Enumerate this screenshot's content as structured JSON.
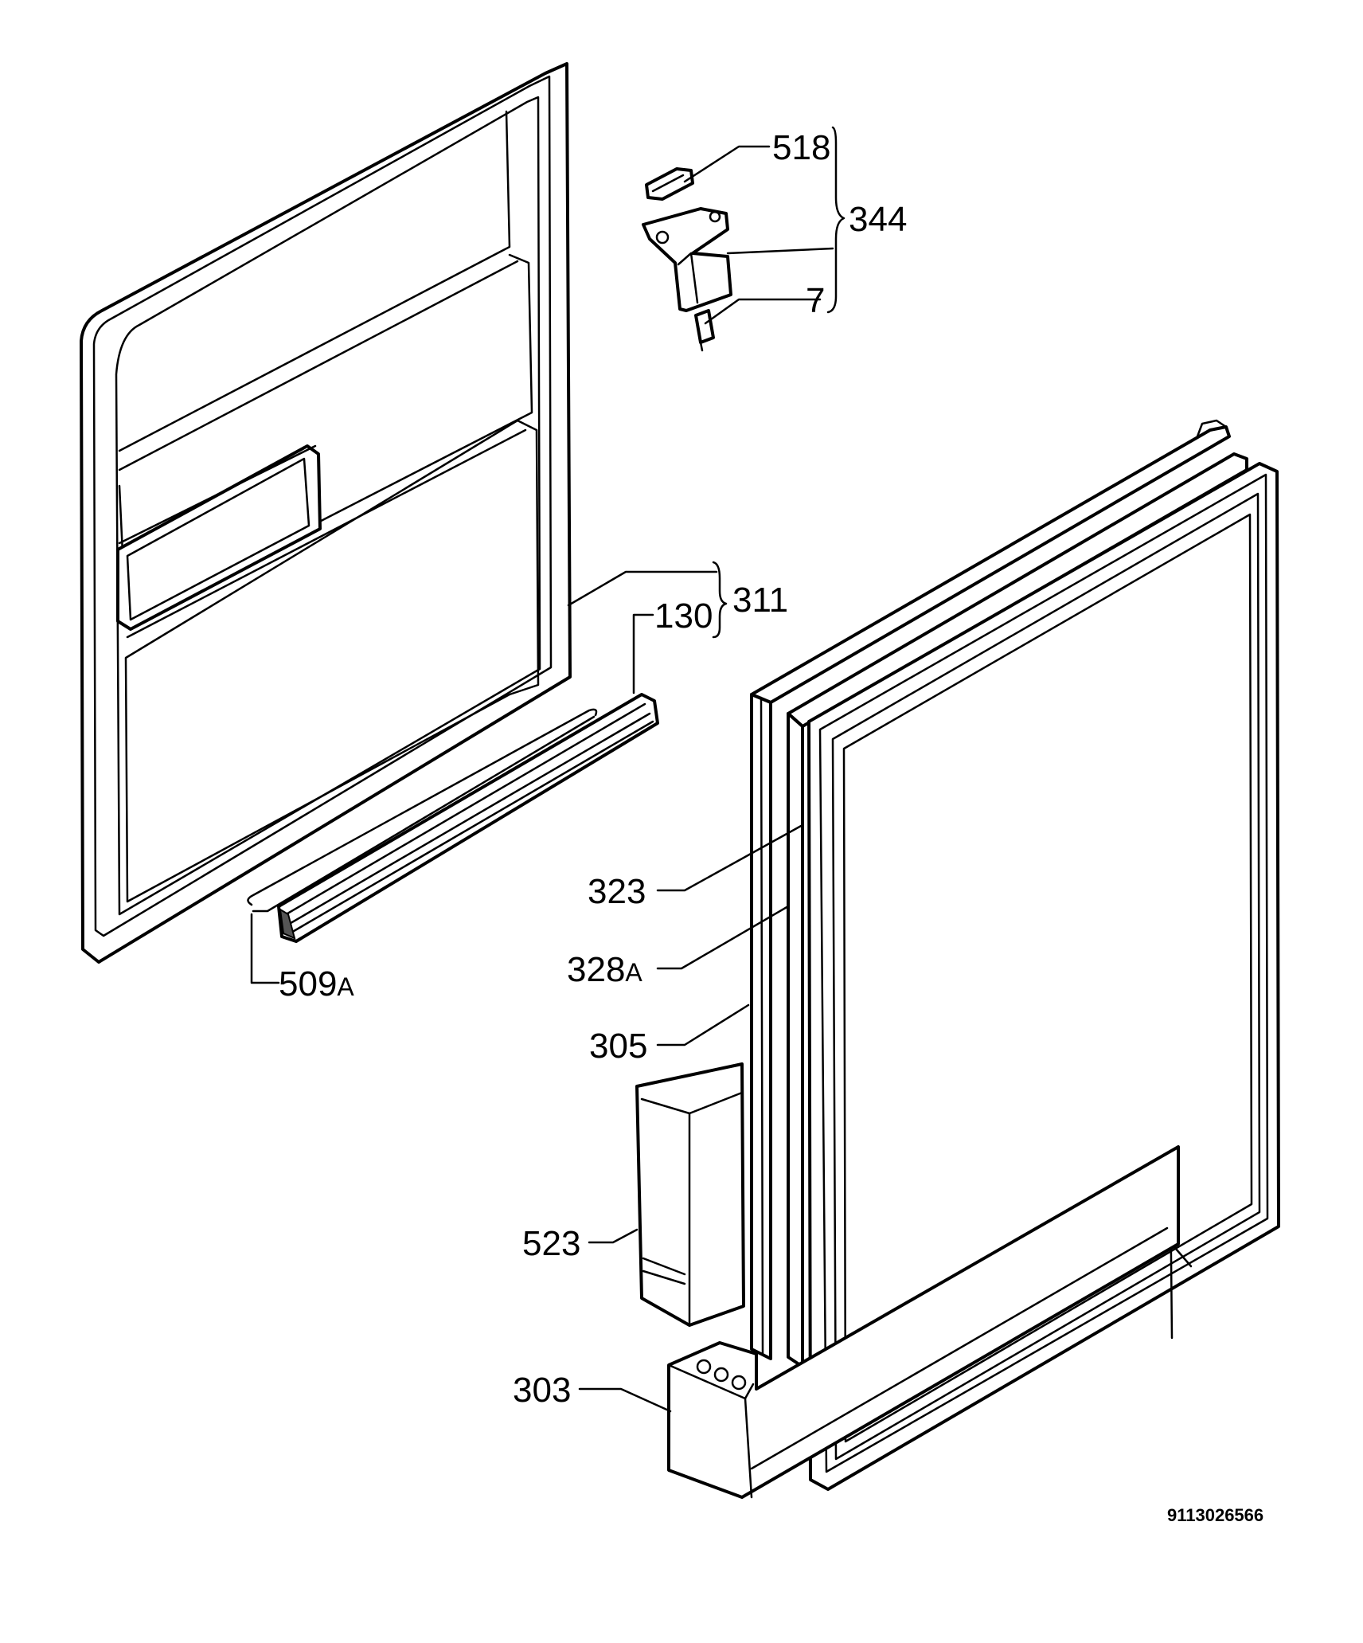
{
  "labels": {
    "p518": "518",
    "p344": "344",
    "p7": "7",
    "p311": "311",
    "p130": "130",
    "p509": "509",
    "p509_suffix": "A",
    "p323": "323",
    "p328": "328",
    "p328_suffix": "A",
    "p305": "305",
    "p523": "523",
    "p303": "303"
  },
  "drawing_code": "9113026566"
}
